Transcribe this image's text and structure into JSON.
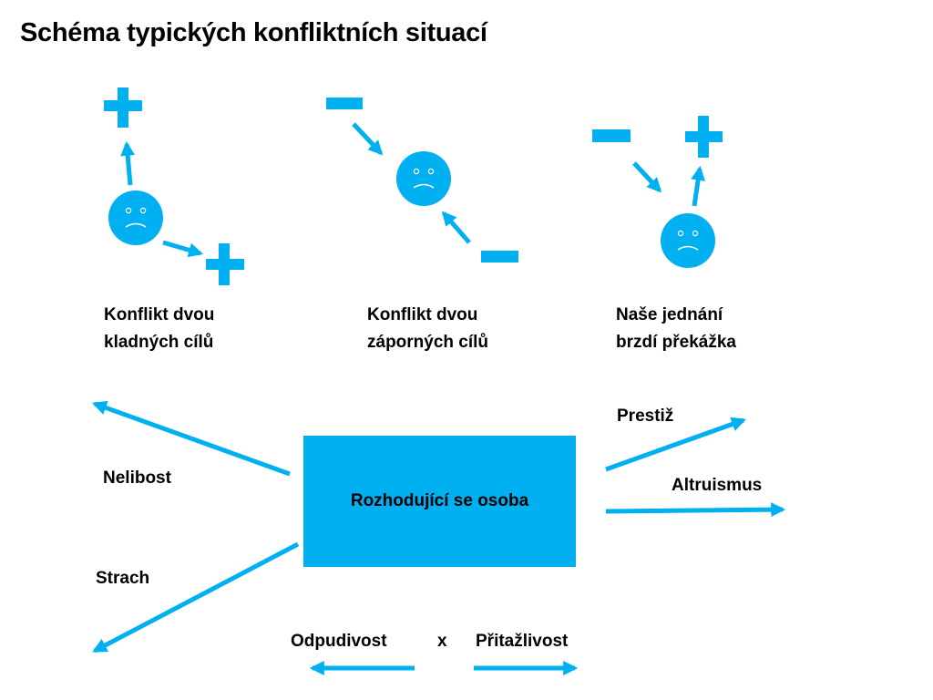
{
  "slide": {
    "title": "Schéma typických konfliktních situací"
  },
  "colors": {
    "accent": "#00b0f0",
    "text": "#000000",
    "face_detail": "#ffffff"
  },
  "conflicts": [
    {
      "line1": "Konflikt dvou",
      "line2": "kladných cílů",
      "signs": [
        "plus",
        "plus"
      ],
      "icon": "sad-face-icon"
    },
    {
      "line1": "Konflikt dvou",
      "line2": "záporných cílů",
      "signs": [
        "minus",
        "minus"
      ],
      "icon": "sad-face-icon"
    },
    {
      "line1": "Naše jednání",
      "line2": "brzdí překážka",
      "signs": [
        "minus",
        "plus"
      ],
      "icon": "sad-face-icon"
    }
  ],
  "decision": {
    "box_label": "Rozhodující se osoba",
    "repulsive_factors": [
      "Nelibost",
      "Strach"
    ],
    "attractive_factors": [
      "Prestiž",
      "Altruismus"
    ]
  },
  "legend": {
    "left": "Odpudivost",
    "separator": "x",
    "right": "Přitažlivost"
  }
}
